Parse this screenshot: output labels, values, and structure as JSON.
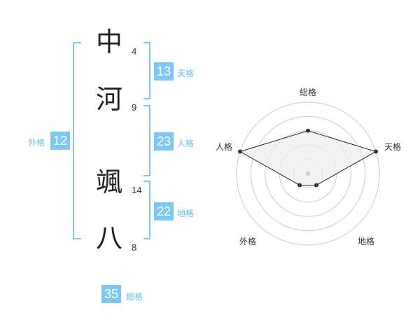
{
  "name_chars": [
    {
      "char": "中",
      "strokes": "4"
    },
    {
      "char": "河",
      "strokes": "9"
    },
    {
      "char": "颯",
      "strokes": "14"
    },
    {
      "char": "八",
      "strokes": "8"
    }
  ],
  "fortunes": {
    "tenkaku": {
      "value": "13",
      "label": "天格"
    },
    "jinkaku": {
      "value": "23",
      "label": "人格"
    },
    "chikaku": {
      "value": "22",
      "label": "地格"
    },
    "gaikaku": {
      "value": "12",
      "label": "外格"
    },
    "soukaku": {
      "value": "35",
      "label": "総格"
    }
  },
  "colors": {
    "accent": "#7cc8f2",
    "label": "#66b9e8",
    "text": "#222222",
    "grid": "#cccccc",
    "fill": "#eeeeee"
  },
  "chart_data": {
    "type": "radar",
    "axes": [
      "総格",
      "天格",
      "地格",
      "外格",
      "人格"
    ],
    "scale_max": 5,
    "rings": 5,
    "values": [
      3,
      5,
      1,
      1,
      5
    ]
  }
}
